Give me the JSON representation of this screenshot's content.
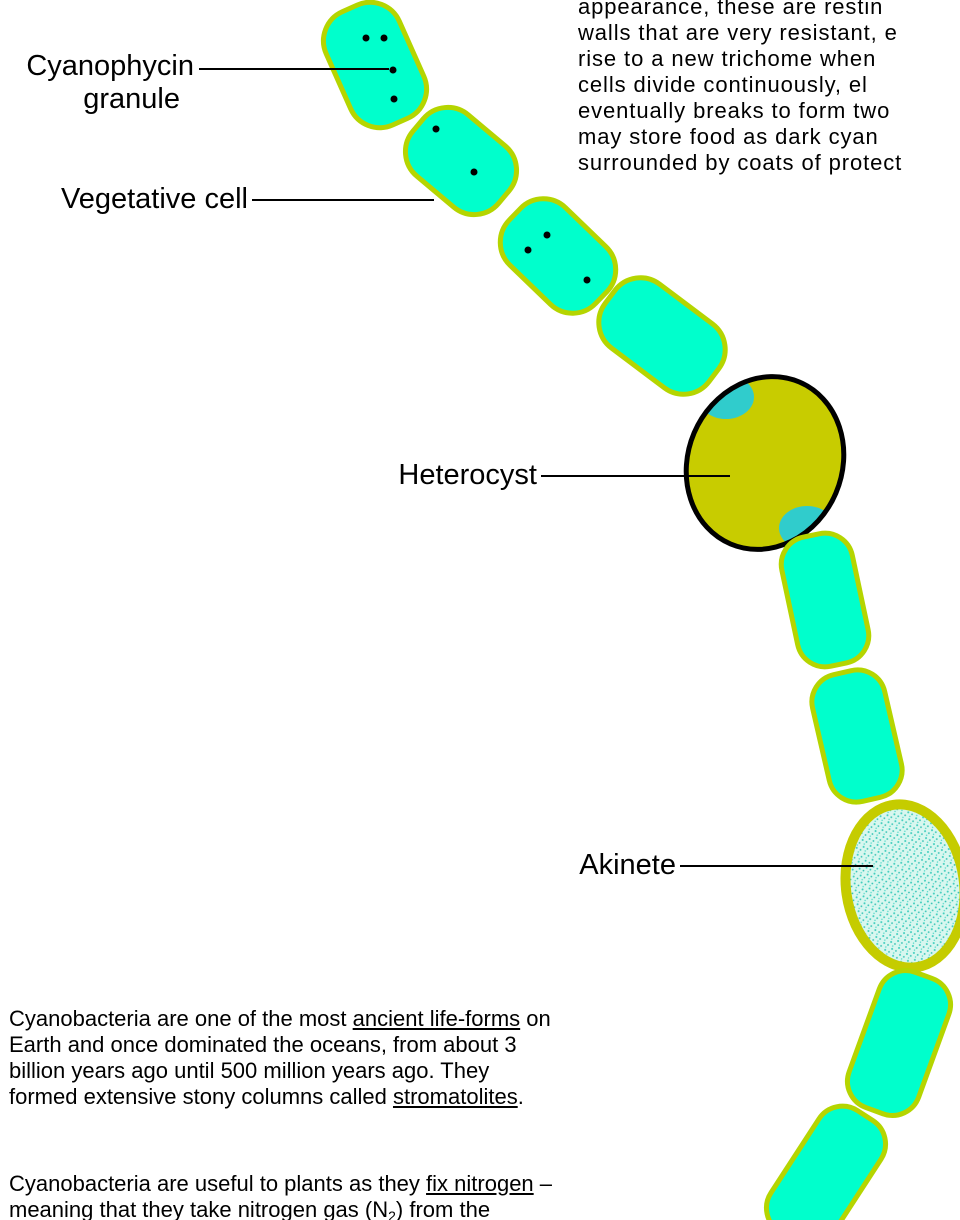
{
  "labels": {
    "cyanophycin_line1": "Cyanophycin",
    "cyanophycin_line2": "granule",
    "vegetative": "Vegetative cell",
    "heterocyst": "Heterocyst",
    "akinete": "Akinete"
  },
  "top_text": [
    "appearance, these are restin",
    "walls that are very resistant, e",
    "rise to a new trichome when",
    "cells divide continuously, el",
    "eventually breaks to form two",
    "may store food as dark cyan",
    "surrounded by coats of protect"
  ],
  "para1": {
    "p1": "Cyanobacteria are one of the most",
    "link1": "ancient life-forms",
    "p2": "on",
    "line2": "Earth and once dominated the oceans, from about 3",
    "line3": "billion years ago until 500 million years ago. They",
    "line4a": "formed extensive stony columns called",
    "link2": "stromatolites",
    "line4b": "."
  },
  "para2": {
    "p1": "Cyanobacteria are useful to plants as they",
    "link1": "fix nitrogen",
    "p2": "–",
    "line2a": "meaning that they take nitrogen gas (N",
    "sub": "2",
    "line2b": ") from the"
  },
  "colors": {
    "cell_fill": "#00ffcc",
    "cell_stroke": "#b5d500",
    "heterocyst_fill": "#c8cc00",
    "heterocyst_stroke": "#000000",
    "polar_plug": "#30cccc",
    "akinete_rim": "#c5cc00",
    "akinete_fill": "#cff3ea"
  }
}
